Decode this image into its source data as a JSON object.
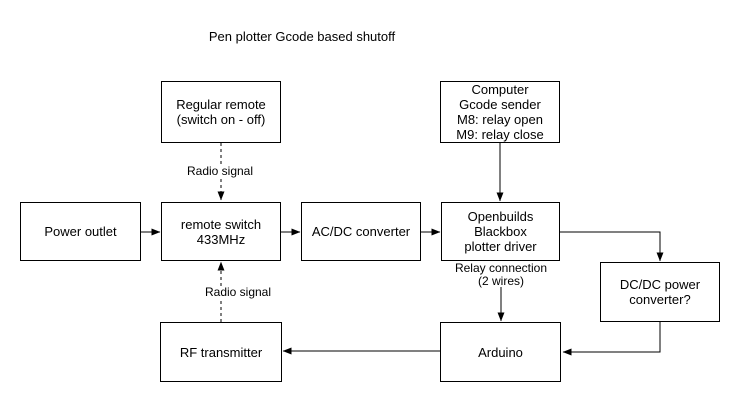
{
  "title": "Pen plotter Gcode based shutoff",
  "colors": {
    "line": "#000000",
    "background": "#ffffff",
    "node_fill": "#ffffff",
    "text": "#000000"
  },
  "nodes": {
    "regular_remote": {
      "label": "Regular remote\n(switch on - off)"
    },
    "computer": {
      "label": "Computer\nGcode sender\nM8: relay open\nM9: relay close"
    },
    "power_outlet": {
      "label": "Power outlet"
    },
    "remote_switch": {
      "label": "remote switch\n433MHz"
    },
    "acdc_converter": {
      "label": "AC/DC converter"
    },
    "openbuilds_driver": {
      "label": "Openbuilds\nBlackbox\nplotter driver"
    },
    "dcdc_converter": {
      "label": "DC/DC power\nconverter?"
    },
    "rf_transmitter": {
      "label": "RF transmitter"
    },
    "arduino": {
      "label": "Arduino"
    }
  },
  "edge_labels": {
    "radio_signal_top": "Radio signal",
    "radio_signal_bottom": "Radio signal",
    "relay_connection": "Relay connection\n(2 wires)"
  }
}
